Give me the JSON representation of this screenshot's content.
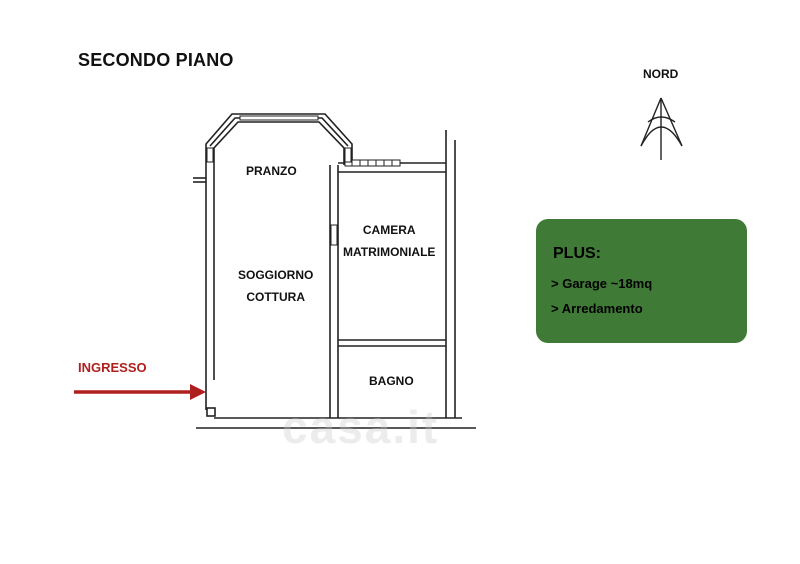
{
  "title": "SECONDO PIANO",
  "compass": {
    "label": "NORD",
    "icon": "north-arrow-icon"
  },
  "rooms": {
    "pranzo": "PRANZO",
    "soggiorno": [
      "SOGGIORNO",
      "COTTURA"
    ],
    "camera": [
      "CAMERA",
      "MATRIMONIALE"
    ],
    "bagno": "BAGNO"
  },
  "entrance": {
    "label": "INGRESSO",
    "color": "#b01f1f"
  },
  "plus": {
    "title": "PLUS:",
    "items": [
      "> Garage ~18mq",
      "> Arredamento"
    ],
    "color": "#3f7a36"
  },
  "watermark": "casa.it"
}
